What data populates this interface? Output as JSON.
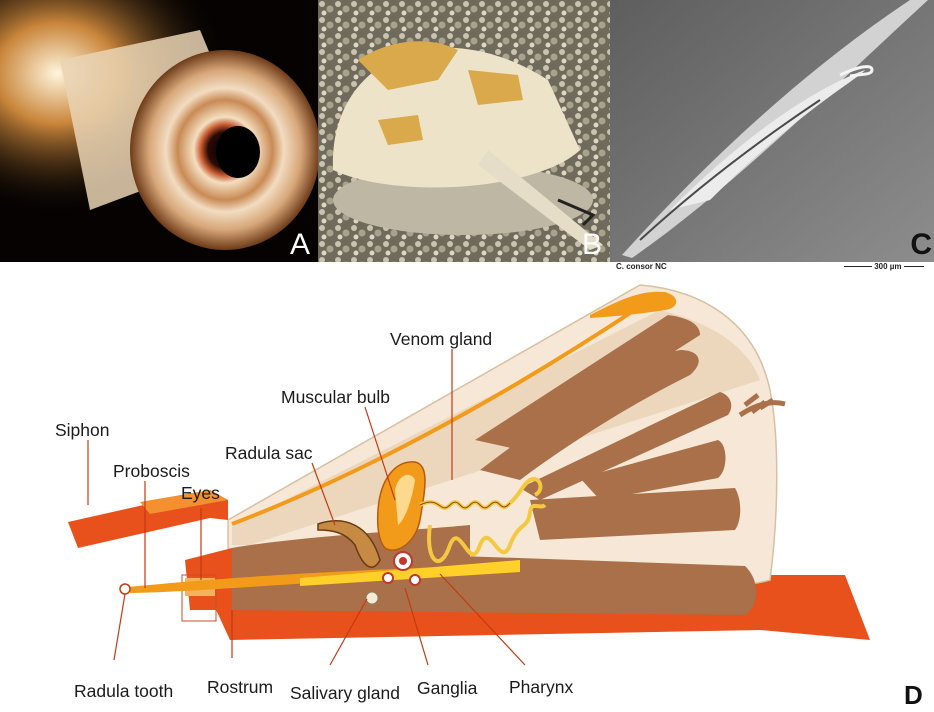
{
  "panels": {
    "a": {
      "letter": "A"
    },
    "b": {
      "letter": "B"
    },
    "c": {
      "letter": "C",
      "caption": "C. consor NC",
      "scale": "300 µm"
    }
  },
  "diagram": {
    "letter": "D",
    "labels": {
      "venom_gland": "Venom gland",
      "muscular_bulb": "Muscular bulb",
      "siphon": "Siphon",
      "radula_sac": "Radula sac",
      "proboscis": "Proboscis",
      "eyes": "Eyes",
      "radula_tooth": "Radula tooth",
      "rostrum": "Rostrum",
      "salivary_gland": "Salivary gland",
      "ganglia": "Ganglia",
      "pharynx": "Pharynx"
    },
    "colors": {
      "shell": "#f6e7d6",
      "interior": "#a9704a",
      "tissue": "#e8501c",
      "venom_bulb": "#f29a1a",
      "venom_duct": "#f5c842"
    }
  }
}
